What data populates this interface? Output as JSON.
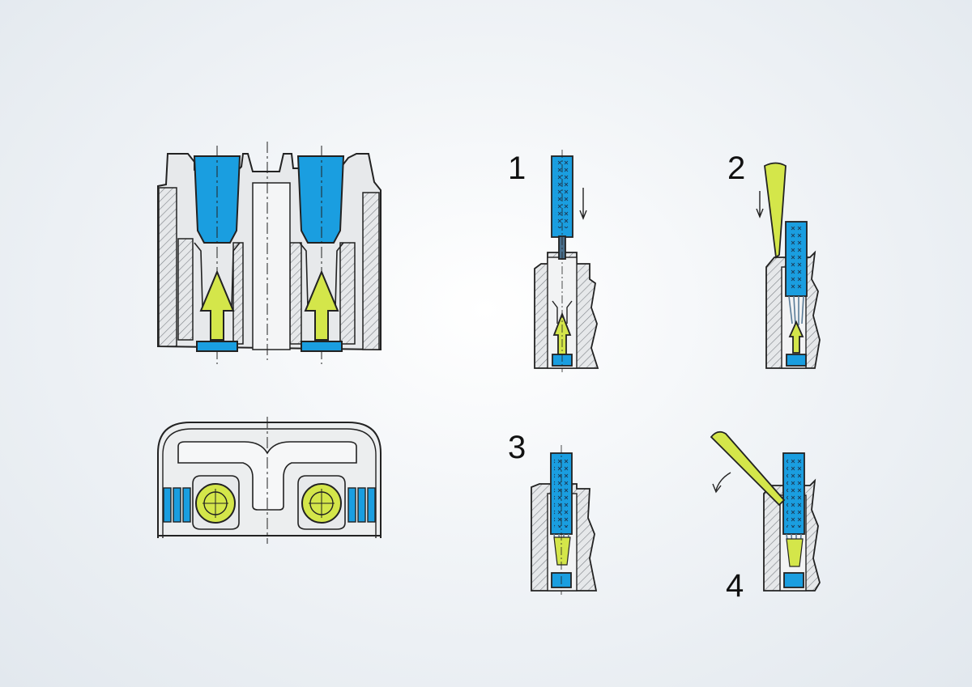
{
  "colors": {
    "background": "#eef2f5",
    "blue": "#1a9ee0",
    "yellow": "#d4e64a",
    "outline": "#222222",
    "housing": "#e8eaec",
    "hatch": "#8a8f94"
  },
  "steps": [
    {
      "label": "1"
    },
    {
      "label": "2"
    },
    {
      "label": "3"
    },
    {
      "label": "4"
    }
  ]
}
